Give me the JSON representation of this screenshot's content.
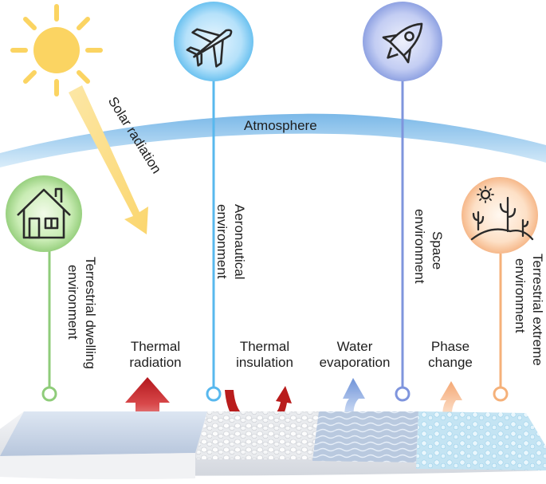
{
  "labels": {
    "atmosphere": "Atmosphere",
    "solar_radiation": "Solar radiation",
    "terrestrial_dwelling": [
      "Terrestrial dwelling",
      "environment"
    ],
    "aeronautical": [
      "Aeronautical",
      "environment"
    ],
    "space": [
      "Space",
      "environment"
    ],
    "terrestrial_extreme": [
      "Terrestrial extreme",
      "environment"
    ],
    "thermal_radiation": [
      "Thermal",
      "radiation"
    ],
    "thermal_insulation": [
      "Thermal",
      "insulation"
    ],
    "water_evaporation": [
      "Water",
      "evaporation"
    ],
    "phase_change": [
      "Phase",
      "change"
    ]
  },
  "icons": {
    "sun": "sun-icon",
    "house": "house-icon",
    "airplane": "airplane-icon",
    "rocket": "rocket-icon",
    "desert": "desert-cactus-icon"
  },
  "colors": {
    "atmosphere_band": "#9cc9ec",
    "sun": "#fbd462",
    "dwelling": "#8fcc7a",
    "aeronautical": "#58b8ee",
    "space": "#7f95dd",
    "extreme": "#f5b17a",
    "red_arrow": "#c21f24",
    "blue_arrow": "#7b9fdb",
    "orange_arrow": "#f5b88e"
  }
}
